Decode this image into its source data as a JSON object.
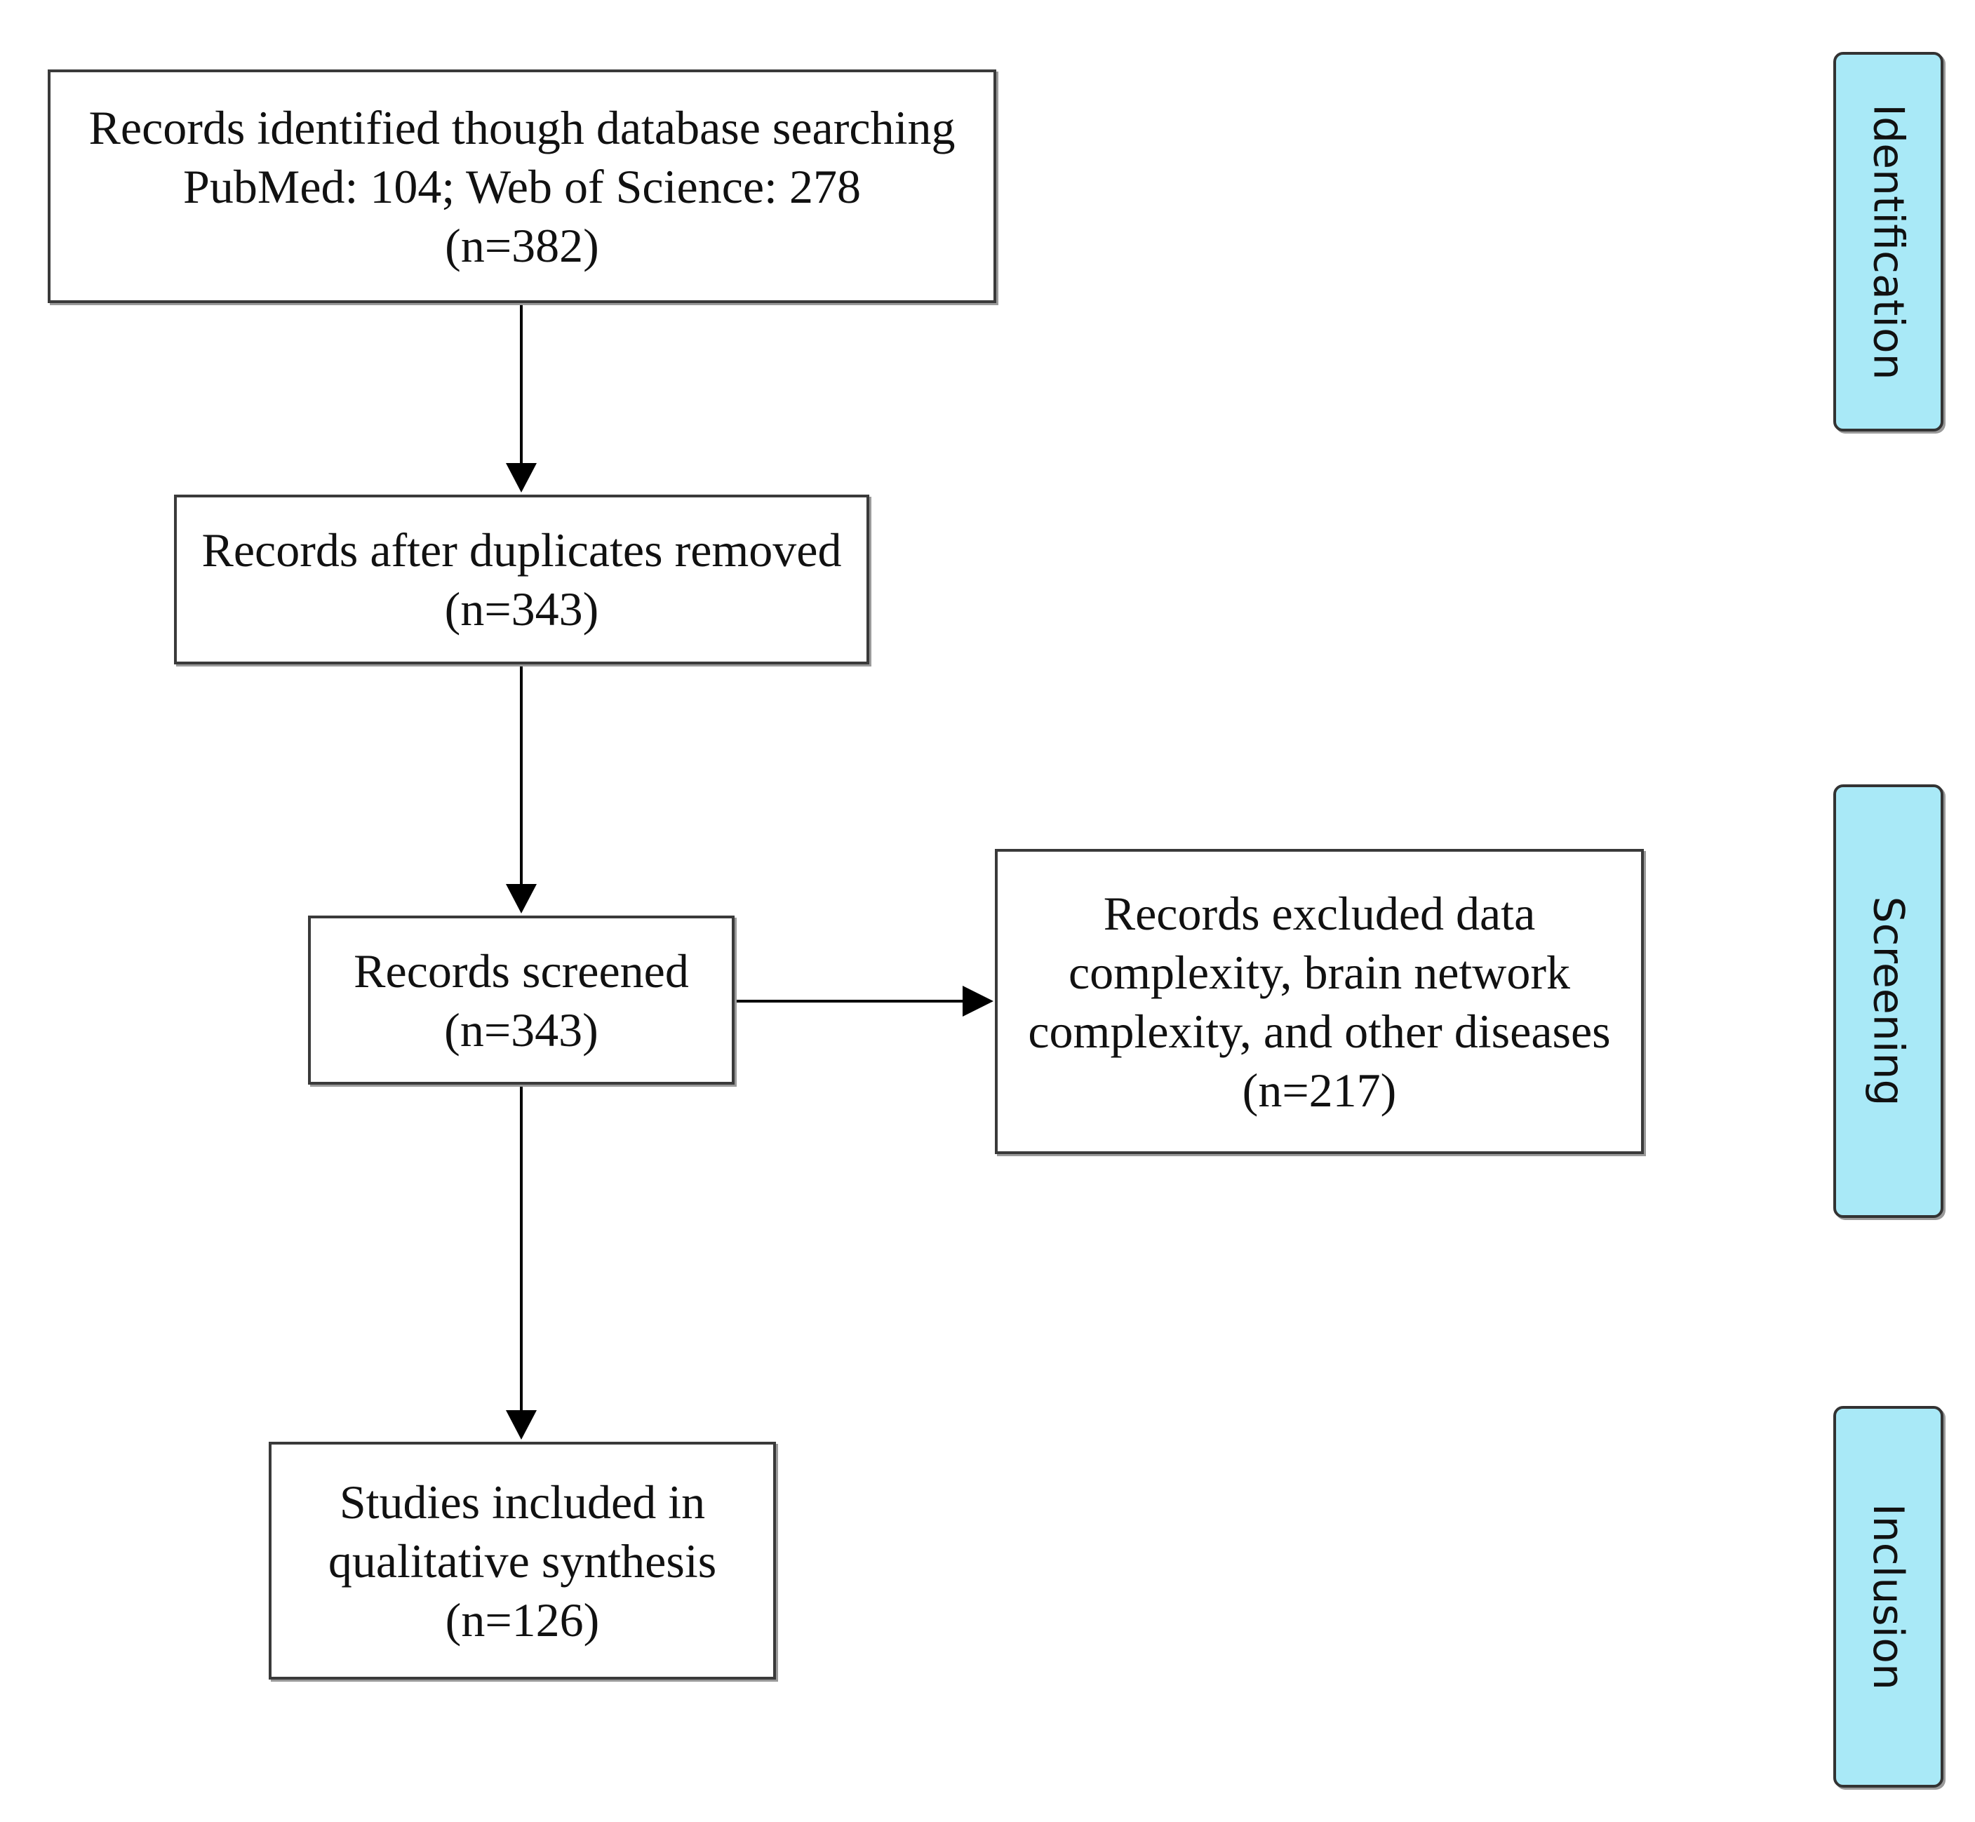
{
  "colors": {
    "stage_fill": "#a9e9f7",
    "line": "#000000",
    "box_border": "#3a3a3a"
  },
  "boxes": {
    "identified": {
      "lines": [
        "Records identified though database searching",
        "PubMed: 104; Web of Science: 278",
        "(n=382)"
      ]
    },
    "deduplicated": {
      "lines": [
        "Records after duplicates removed",
        "(n=343)"
      ]
    },
    "screened": {
      "lines": [
        "Records screened",
        "(n=343)"
      ]
    },
    "excluded": {
      "lines": [
        "Records excluded data",
        "complexity, brain network",
        "complexity, and other diseases",
        "(n=217)"
      ]
    },
    "included": {
      "lines": [
        "Studies included in",
        "qualitative synthesis",
        "(n=126)"
      ]
    }
  },
  "stages": {
    "identification": "Identification",
    "screening": "Screening",
    "inclusion": "Inclusion"
  }
}
